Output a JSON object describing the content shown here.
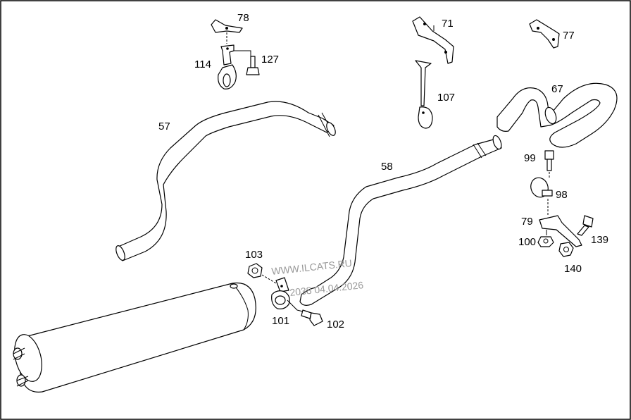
{
  "diagram": {
    "border_color": "#000000",
    "watermark": {
      "site": "WWW.ILCATS.RU",
      "date": "2038 04.04.2026",
      "color": "#9a9a9a"
    },
    "callouts": {
      "c57": "57",
      "c58": "58",
      "c67": "67",
      "c71": "71",
      "c77": "77",
      "c78": "78",
      "c79": "79",
      "c98": "98",
      "c99": "99",
      "c100": "100",
      "c101": "101",
      "c102": "102",
      "c103": "103",
      "c107": "107",
      "c114": "114",
      "c127": "127",
      "c139": "139",
      "c140": "140"
    }
  }
}
